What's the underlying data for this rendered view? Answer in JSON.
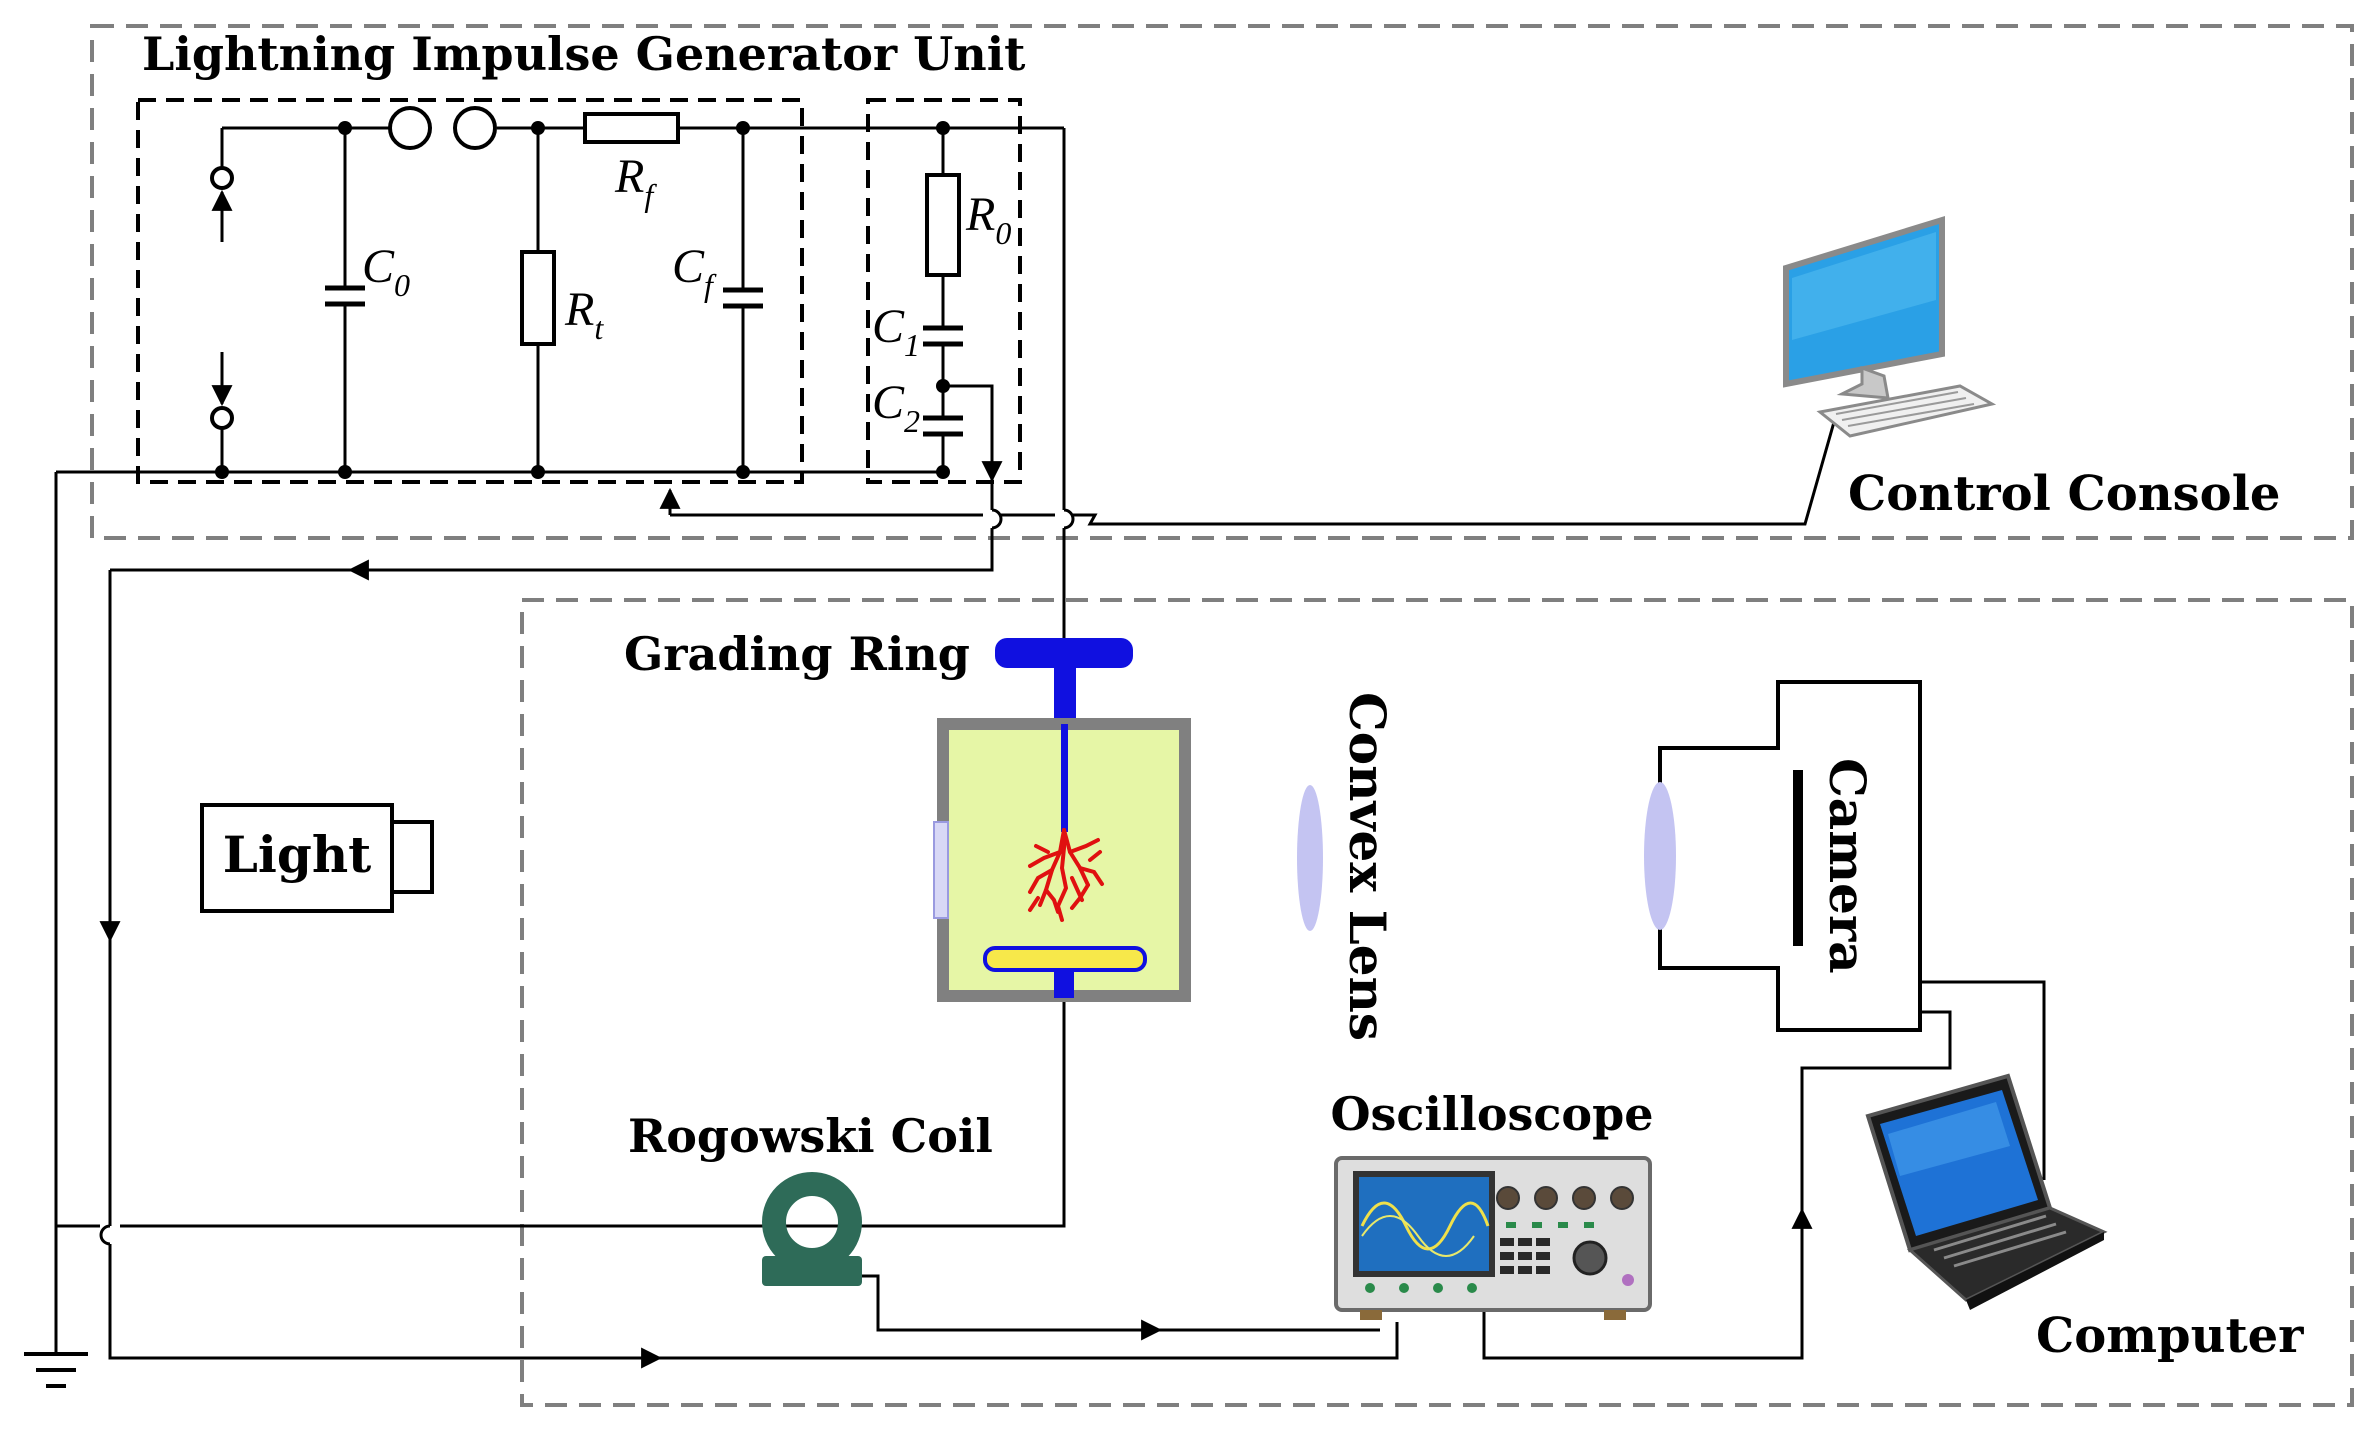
{
  "labels": {
    "generator_unit": "Lightning Impulse Generator Unit",
    "grading_ring": "Grading Ring",
    "light": "Light",
    "convex_lens": "Convex Lens",
    "camera": "Camera",
    "rogowski_coil": "Rogowski Coil",
    "oscilloscope": "Oscilloscope",
    "control_console": "Control Console",
    "computer": "Computer"
  },
  "components": {
    "c0": {
      "sym": "C",
      "sub": "0"
    },
    "rt": {
      "sym": "R",
      "sub": "t"
    },
    "rf": {
      "sym": "R",
      "sub": "f"
    },
    "cf": {
      "sym": "C",
      "sub": "f"
    },
    "r0": {
      "sym": "R",
      "sub": "0"
    },
    "c1": {
      "sym": "C",
      "sub": "1"
    },
    "c2": {
      "sym": "C",
      "sub": "2"
    }
  },
  "colors": {
    "electrode": "#1010e0",
    "chamber_fill": "#e6f6a6",
    "chamber_frame": "#808080",
    "discharge_tree": "#e01010",
    "lens": "#bcbcf0",
    "plate": "#f7e84a",
    "coil": "#2e6b58",
    "monitor": "#2aa0e6"
  },
  "icons": [
    "desktop-computer-icon",
    "laptop-computer-icon",
    "oscilloscope-icon",
    "rogowski-coil-icon",
    "ground-icon"
  ]
}
